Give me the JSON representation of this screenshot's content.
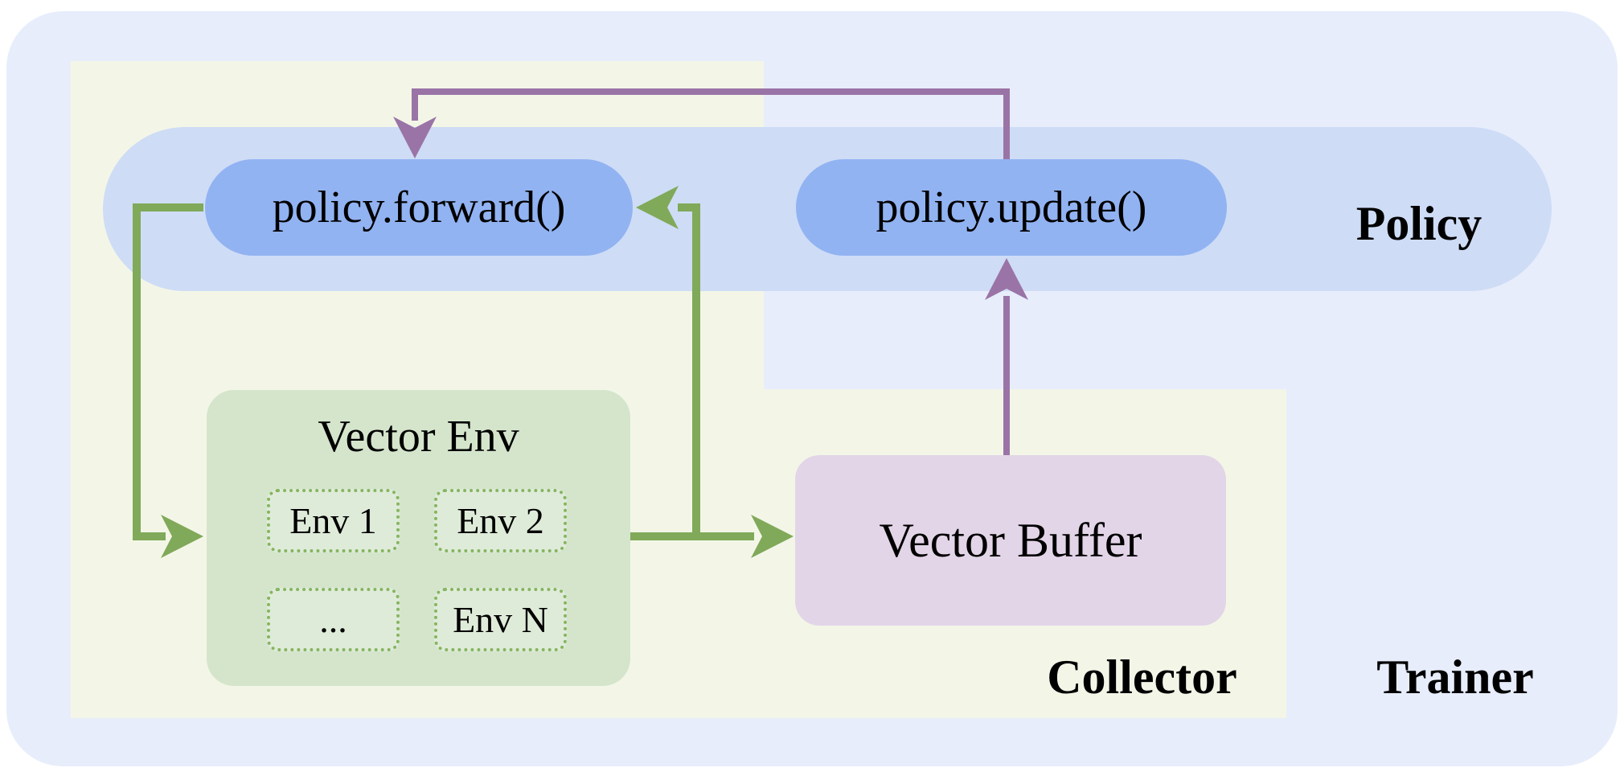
{
  "diagram": {
    "containers": {
      "trainer": {
        "label": "Trainer"
      },
      "collector": {
        "label": "Collector"
      },
      "policy": {
        "label": "Policy"
      }
    },
    "nodes": {
      "policy_forward": {
        "label": "policy.forward()"
      },
      "policy_update": {
        "label": "policy.update()"
      },
      "vector_env": {
        "title": "Vector Env",
        "envs": [
          "Env 1",
          "Env 2",
          "...",
          "Env N"
        ]
      },
      "vector_buffer": {
        "label": "Vector Buffer"
      }
    },
    "edges": [
      {
        "from": "policy.forward()",
        "to": "Vector Env",
        "color": "#80a959"
      },
      {
        "from": "Vector Env",
        "to": "Vector Buffer",
        "color": "#80a959"
      },
      {
        "from": "Vector Env",
        "to": "policy.forward()",
        "color": "#80a959"
      },
      {
        "from": "Vector Buffer",
        "to": "policy.update()",
        "color": "#9a74a6"
      },
      {
        "from": "policy.update()",
        "to": "policy.forward()",
        "color": "#9a74a6"
      }
    ],
    "colors": {
      "trainer_bg": "#e7edfb",
      "collector_bg": "#f3f6e7",
      "policy_band_bg": "#cedcf6",
      "pill_bg": "#92b3f2",
      "vector_env_bg": "#d4e5cc",
      "env_slot_border": "#85b55f",
      "vector_buffer_bg": "#e3d5e8",
      "green_arrow": "#80a959",
      "purple_arrow": "#9a74a6",
      "text": "#000000"
    }
  }
}
